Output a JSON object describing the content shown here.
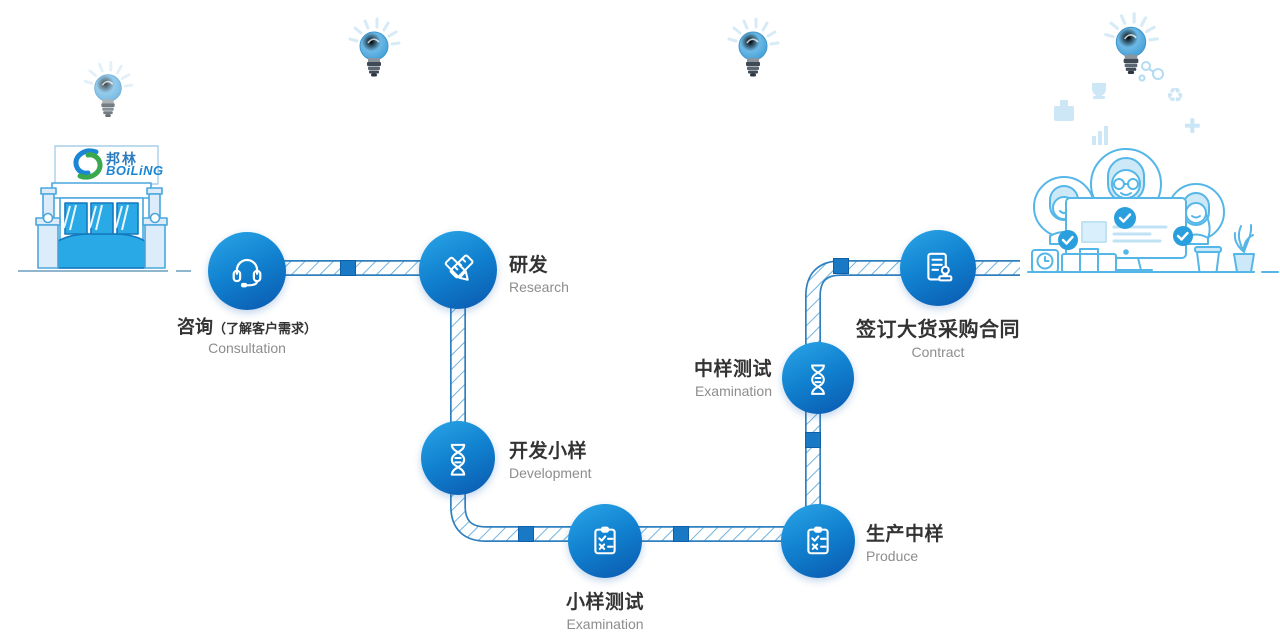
{
  "brand": {
    "logo_zh": "邦林",
    "logo_en": "BOiLiNG"
  },
  "steps": [
    {
      "id": "consultation",
      "label_zh": "咨询",
      "label_zh_note": "（了解客户需求）",
      "label_en": "Consultation",
      "icon": "headset-icon"
    },
    {
      "id": "research",
      "label_zh": "研发",
      "label_en": "Research",
      "icon": "pencil-ruler-icon"
    },
    {
      "id": "development",
      "label_zh": "开发小样",
      "label_en": "Development",
      "icon": "dna-icon"
    },
    {
      "id": "sample-test",
      "label_zh": "小样测试",
      "label_en": "Examination",
      "icon": "clipboard-check-icon"
    },
    {
      "id": "produce",
      "label_zh": "生产中样",
      "label_en": "Produce",
      "icon": "clipboard-check-icon"
    },
    {
      "id": "mid-sample-test",
      "label_zh": "中样测试",
      "label_en": "Examination",
      "icon": "dna-icon"
    },
    {
      "id": "contract",
      "label_zh": "签订大货采购合同",
      "label_en": "Contract",
      "icon": "contract-stamp-icon"
    }
  ],
  "colors": {
    "circle_gradient_top": "#2ba6e8",
    "circle_gradient_bottom": "#0a58ae",
    "path_border": "#2f80c0",
    "hatch_line": "#57a5d9",
    "path_marker": "#1a79c4",
    "text_zh": "#333333",
    "text_en": "#8d8d8d",
    "illustration_line": "#55b6e8",
    "illustration_fill": "#29aae6",
    "logo_blue": "#1b86d4",
    "logo_green": "#3aa94e"
  }
}
